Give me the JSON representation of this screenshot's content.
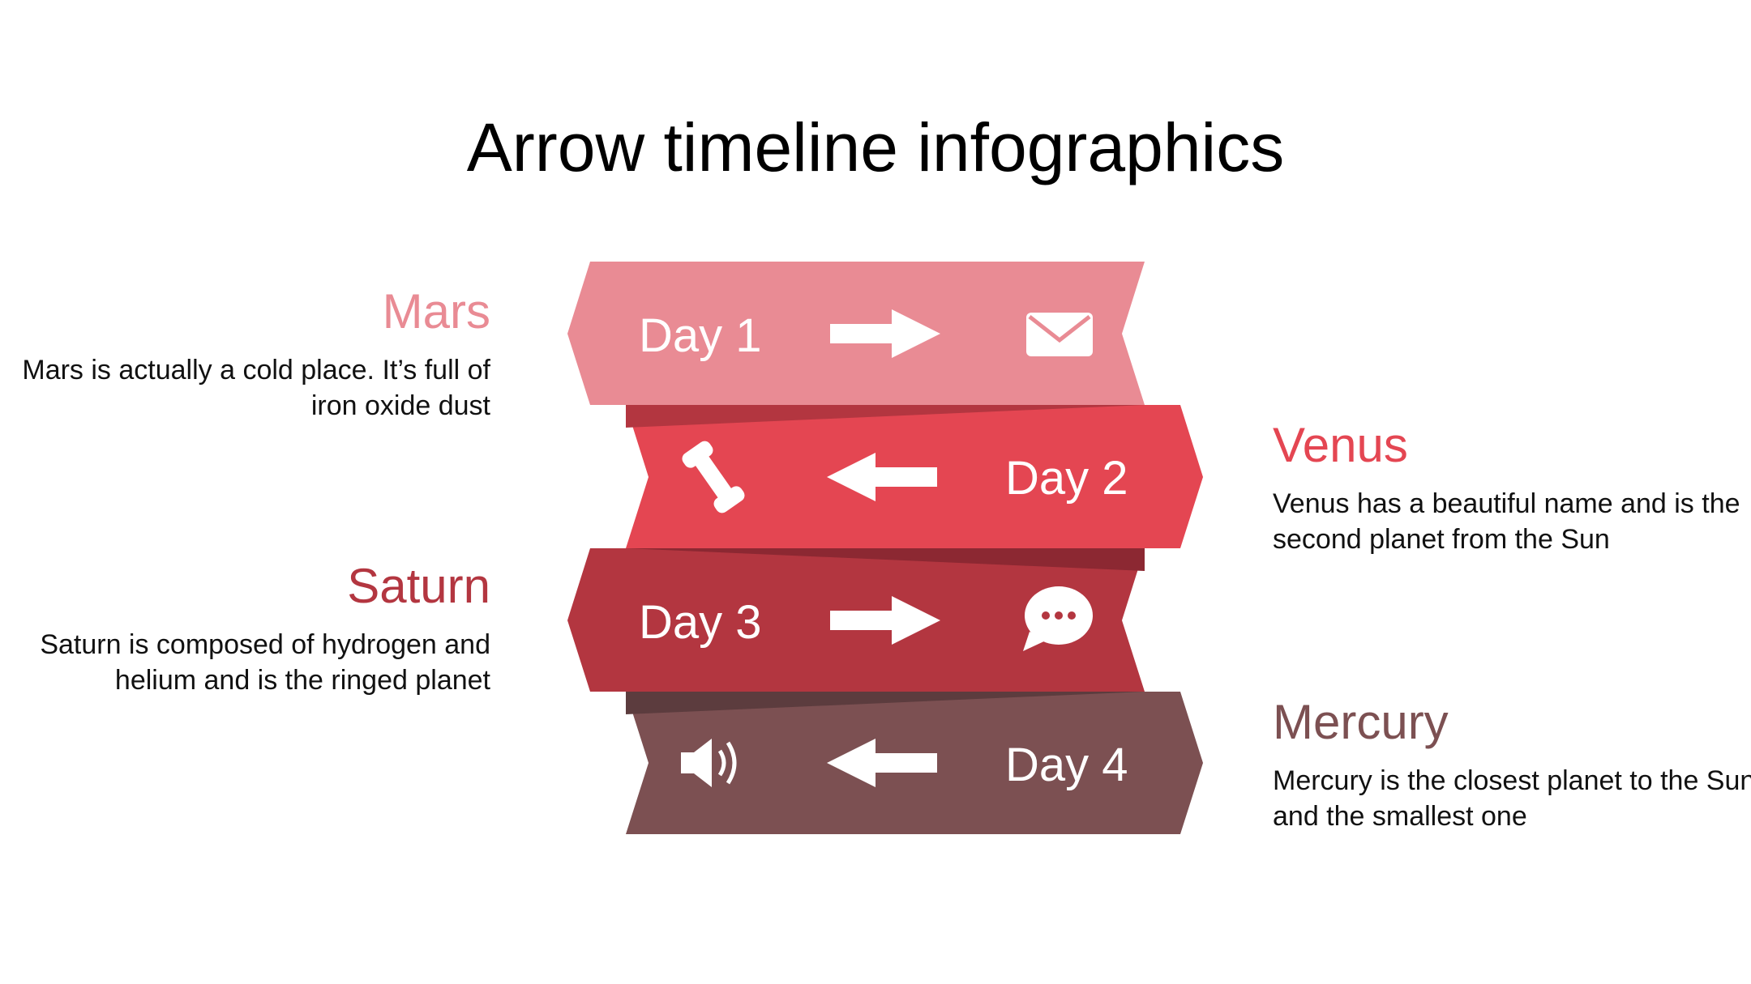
{
  "title": "Arrow timeline infographics",
  "steps": [
    {
      "day": "Day 1",
      "direction": "right",
      "icon": "envelope-icon",
      "color": "#E98B94"
    },
    {
      "day": "Day 2",
      "direction": "left",
      "icon": "phone-icon",
      "color": "#E44652"
    },
    {
      "day": "Day 3",
      "direction": "right",
      "icon": "chat-bubble-icon",
      "color": "#B33640"
    },
    {
      "day": "Day 4",
      "direction": "left",
      "icon": "speaker-icon",
      "color": "#7C5052"
    }
  ],
  "planets": {
    "mars": {
      "name": "Mars",
      "color": "#E98B94",
      "text": "Mars is actually a cold place. It’s full of iron oxide dust"
    },
    "venus": {
      "name": "Venus",
      "color": "#E44652",
      "text": "Venus has a beautiful name and is the second planet from the Sun"
    },
    "saturn": {
      "name": "Saturn",
      "color": "#B33640",
      "text": "Saturn is composed of hydrogen and helium and is the ringed planet"
    },
    "mercury": {
      "name": "Mercury",
      "color": "#7C5052",
      "text": " Mercury is the closest planet to the Sun and the smallest one"
    }
  }
}
